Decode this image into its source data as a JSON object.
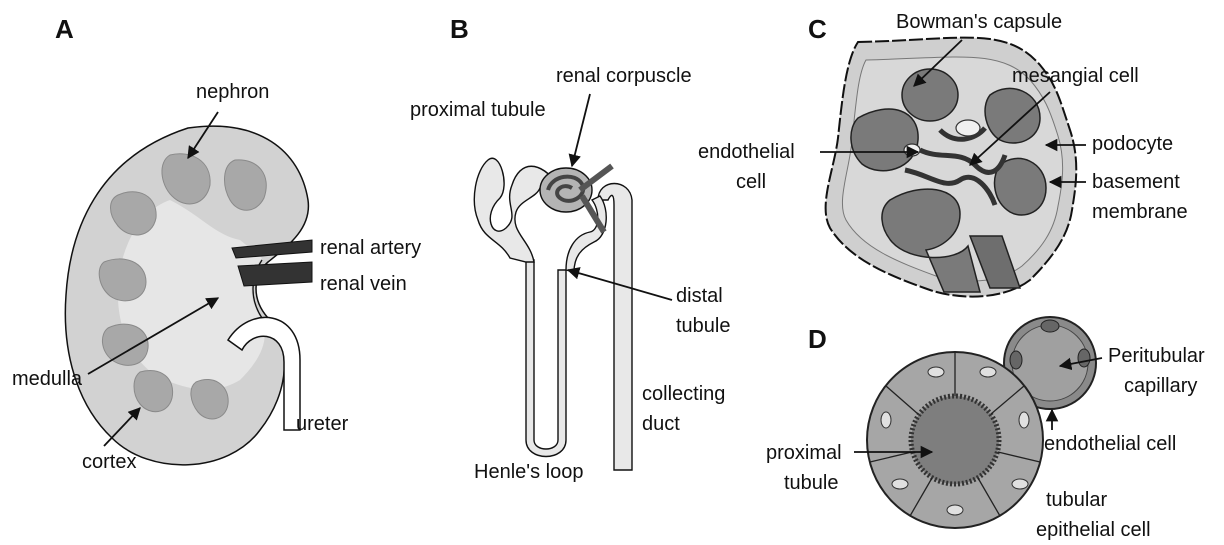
{
  "panels": {
    "a": {
      "letter": "A",
      "labels": {
        "nephron": "nephron",
        "renal_artery": "renal artery",
        "renal_vein": "renal vein",
        "medulla": "medulla",
        "cortex": "cortex",
        "ureter": "ureter"
      }
    },
    "b": {
      "letter": "B",
      "labels": {
        "renal_corpuscle": "renal corpuscle",
        "proximal_tubule": "proximal tubule",
        "distal_tubule_1": "distal",
        "distal_tubule_2": "tubule",
        "collecting_duct_1": "collecting",
        "collecting_duct_2": "duct",
        "henles_loop": "Henle's loop"
      }
    },
    "c": {
      "letter": "C",
      "labels": {
        "bowmans_capsule": "Bowman's capsule",
        "mesangial_cell": "mesangial cell",
        "endothelial_cell_1": "endothelial",
        "endothelial_cell_2": "cell",
        "podocyte": "podocyte",
        "basement_membrane_1": "basement",
        "basement_membrane_2": "membrane"
      }
    },
    "d": {
      "letter": "D",
      "labels": {
        "peritubular_1": "Peritubular",
        "peritubular_2": "capillary",
        "endothelial_cell": "endothelial cell",
        "proximal_tubule_1": "proximal",
        "proximal_tubule_2": "tubule",
        "tubular_epithelial_1": "tubular",
        "tubular_epithelial_2": "epithelial cell"
      }
    }
  },
  "colors": {
    "light_gray": "#d2d2d2",
    "mid_gray": "#b4b4b4",
    "dark_gray": "#8a8a8a",
    "darker_gray": "#6e6e6e",
    "black": "#111111"
  }
}
